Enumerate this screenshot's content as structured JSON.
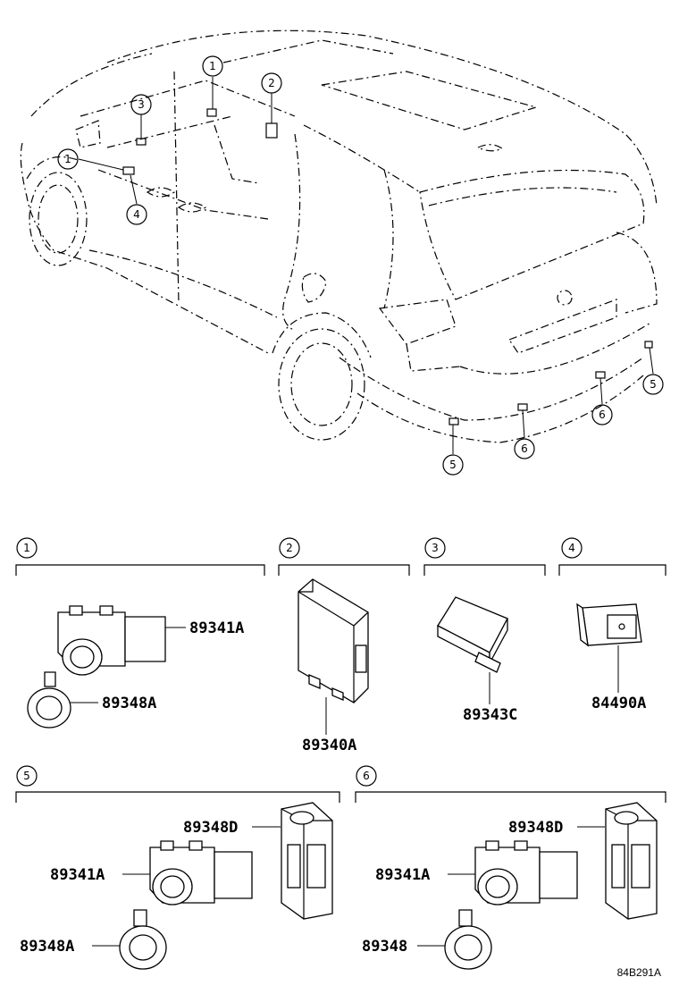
{
  "diagram": {
    "code": "84B291A",
    "vehicle_callouts": [
      {
        "n": "1"
      },
      {
        "n": "2"
      },
      {
        "n": "3"
      },
      {
        "n": "1"
      },
      {
        "n": "4"
      },
      {
        "n": "5"
      },
      {
        "n": "6"
      },
      {
        "n": "6"
      },
      {
        "n": "5"
      }
    ],
    "groups": [
      {
        "n": "1",
        "parts": [
          "89341A",
          "89348A"
        ]
      },
      {
        "n": "2",
        "parts": [
          "89340A"
        ]
      },
      {
        "n": "3",
        "parts": [
          "89343C"
        ]
      },
      {
        "n": "4",
        "parts": [
          "84490A"
        ]
      },
      {
        "n": "5",
        "parts": [
          "89348D",
          "89341A",
          "89348A"
        ]
      },
      {
        "n": "6",
        "parts": [
          "89348D",
          "89341A",
          "89348"
        ]
      }
    ]
  }
}
